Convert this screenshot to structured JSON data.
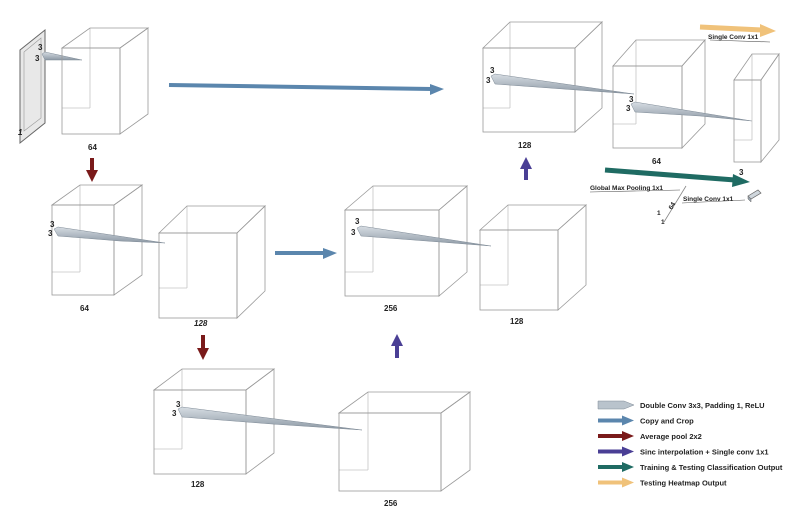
{
  "inputs": {
    "input_label": "1"
  },
  "kernel_labels": {
    "k": "3"
  },
  "encoder": {
    "block1": {
      "label": "64"
    },
    "block2": {
      "label_a": "64",
      "label_b": "128"
    },
    "block3": {
      "label_a": "128",
      "label_b": "256"
    }
  },
  "decoder": {
    "block2": {
      "label_a": "256",
      "label_b": "128"
    },
    "block1": {
      "label_a": "128",
      "label_b": "64",
      "label_c": "3"
    }
  },
  "heads": {
    "single_conv_top": "Single Conv 1x1",
    "global_max_pool": "Global Max Pooling 1x1",
    "single_conv_cls": "Single Conv 1x1",
    "vec_64": "64",
    "vec_1a": "1",
    "vec_1b": "1"
  },
  "legend": [
    {
      "label": "Double Conv 3x3, Padding 1, ReLU",
      "color": "#b9c3cc"
    },
    {
      "label": "Copy and Crop",
      "color": "#5b86ad"
    },
    {
      "label": "Average pool 2x2",
      "color": "#7a1a1a"
    },
    {
      "label": "Sinc interpolation + Single conv 1x1",
      "color": "#4a3f95"
    },
    {
      "label": "Training & Testing Classification Output",
      "color": "#1f6b63"
    },
    {
      "label": "Testing Heatmap Output",
      "color": "#f0c27a"
    }
  ]
}
